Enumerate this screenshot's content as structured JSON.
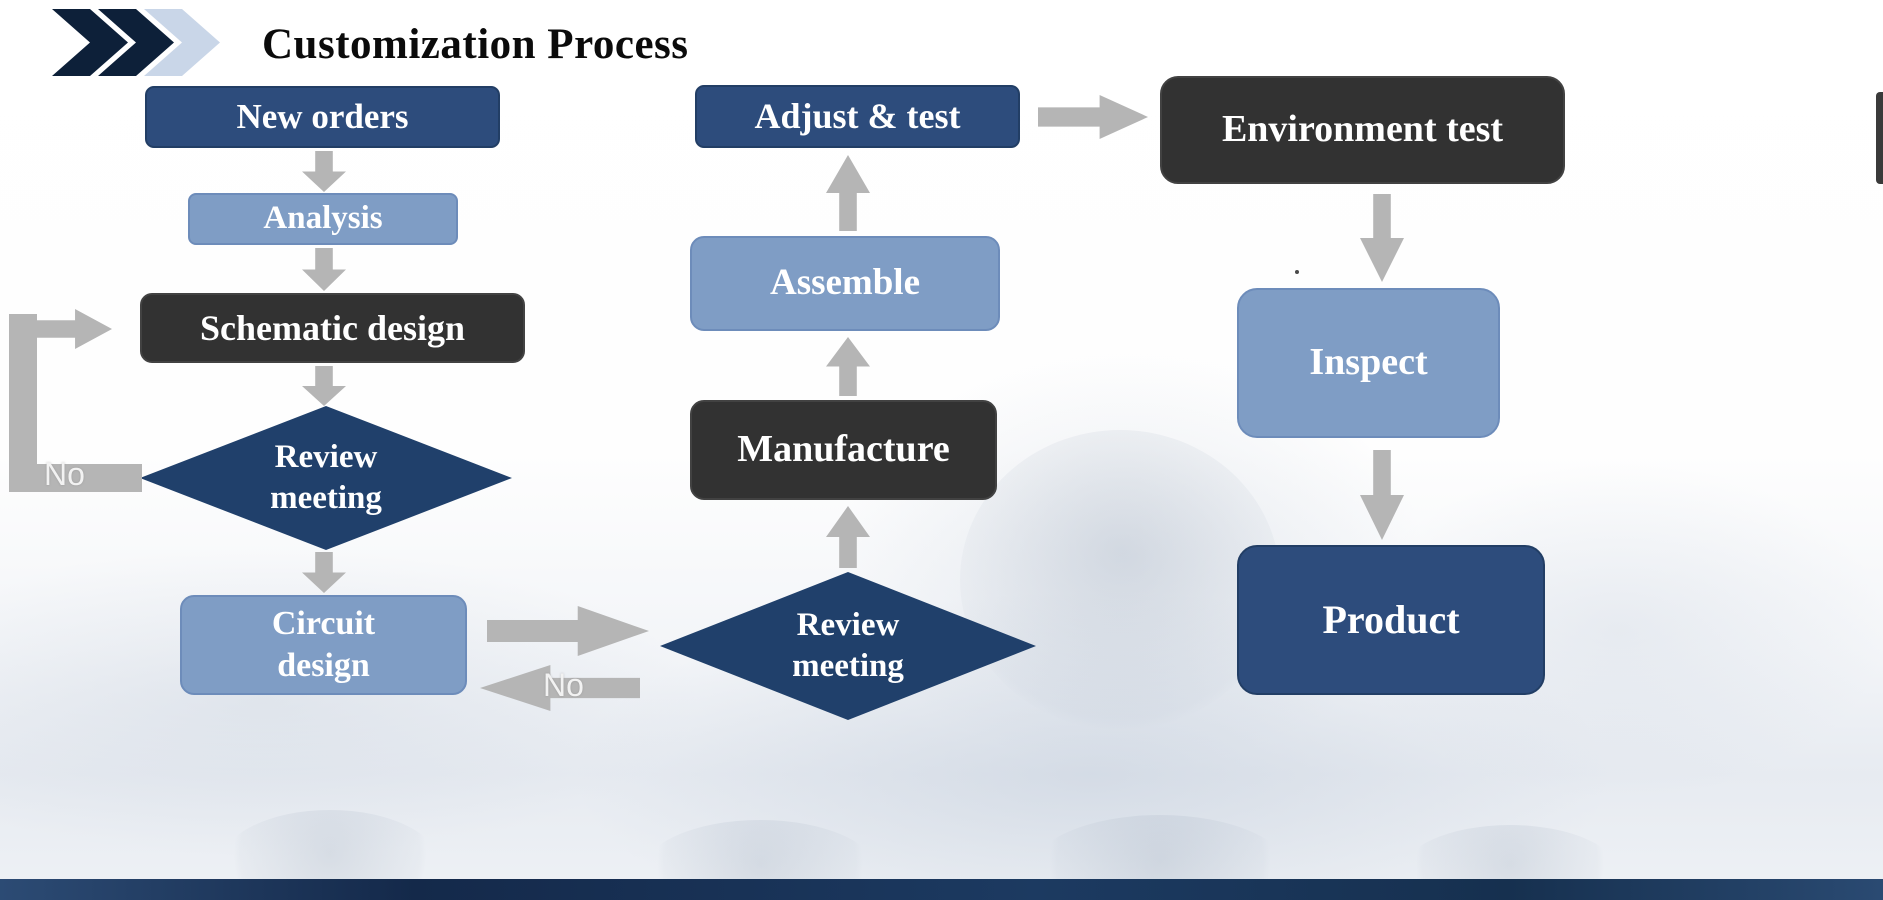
{
  "title": "Customization Process",
  "nodes": {
    "new_orders": "New orders",
    "analysis": "Analysis",
    "schematic_design": "Schematic design",
    "review_meeting_design": "Review meeting",
    "circuit_design": "Circuit design",
    "review_meeting_production": "Review meeting",
    "manufacture": "Manufacture",
    "assemble": "Assemble",
    "adjust_test": "Adjust & test",
    "environment_test": "Environment test",
    "inspect": "Inspect",
    "product": "Product"
  },
  "edge_labels": {
    "no_design_loop": "No",
    "no_production_loop": "No"
  },
  "colors": {
    "navy_box": "#2d4c7c",
    "diamond_navy": "#20406b",
    "light_blue_box": "#7f9dc5",
    "dark_gray_box": "#323232",
    "arrow_gray": "#b5b5b5",
    "title_text": "#0b0b0b",
    "chevron_dark": "#0d2039",
    "chevron_light": "#c9d6e8",
    "bottom_bar": "#1c3a61"
  }
}
